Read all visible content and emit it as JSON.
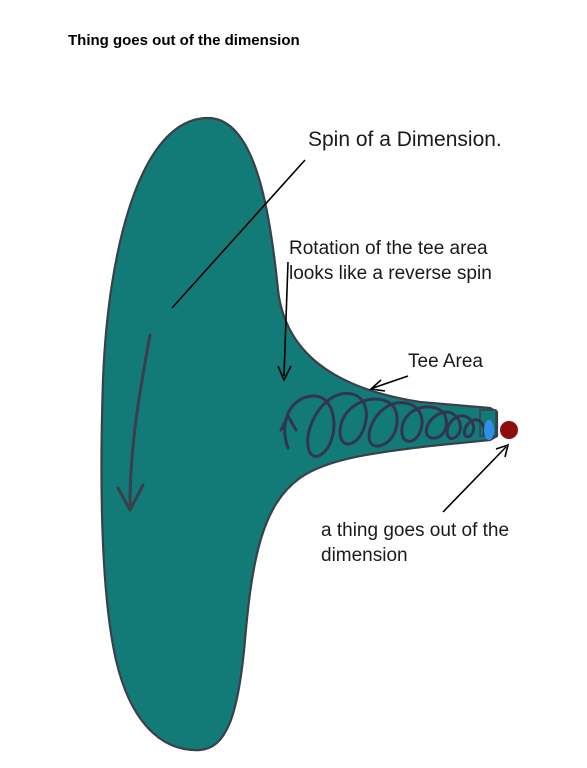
{
  "title": "Thing goes out of the dimension",
  "labels": {
    "spin_of_dimension": "Spin of a Dimension.",
    "rotation_line1": "Rotation of the tee area",
    "rotation_line2": "looks like a reverse spin",
    "tee_area": "Tee Area",
    "thing_line1": "a thing goes out of the",
    "thing_line2": "dimension"
  },
  "colors": {
    "dimension_fill": "#137b77",
    "outline": "#3a3f4a",
    "spiral": "#323550",
    "blue_marker": "#2e8fe8",
    "red_thing": "#8e0e0e",
    "text": "#1a1a1a"
  }
}
